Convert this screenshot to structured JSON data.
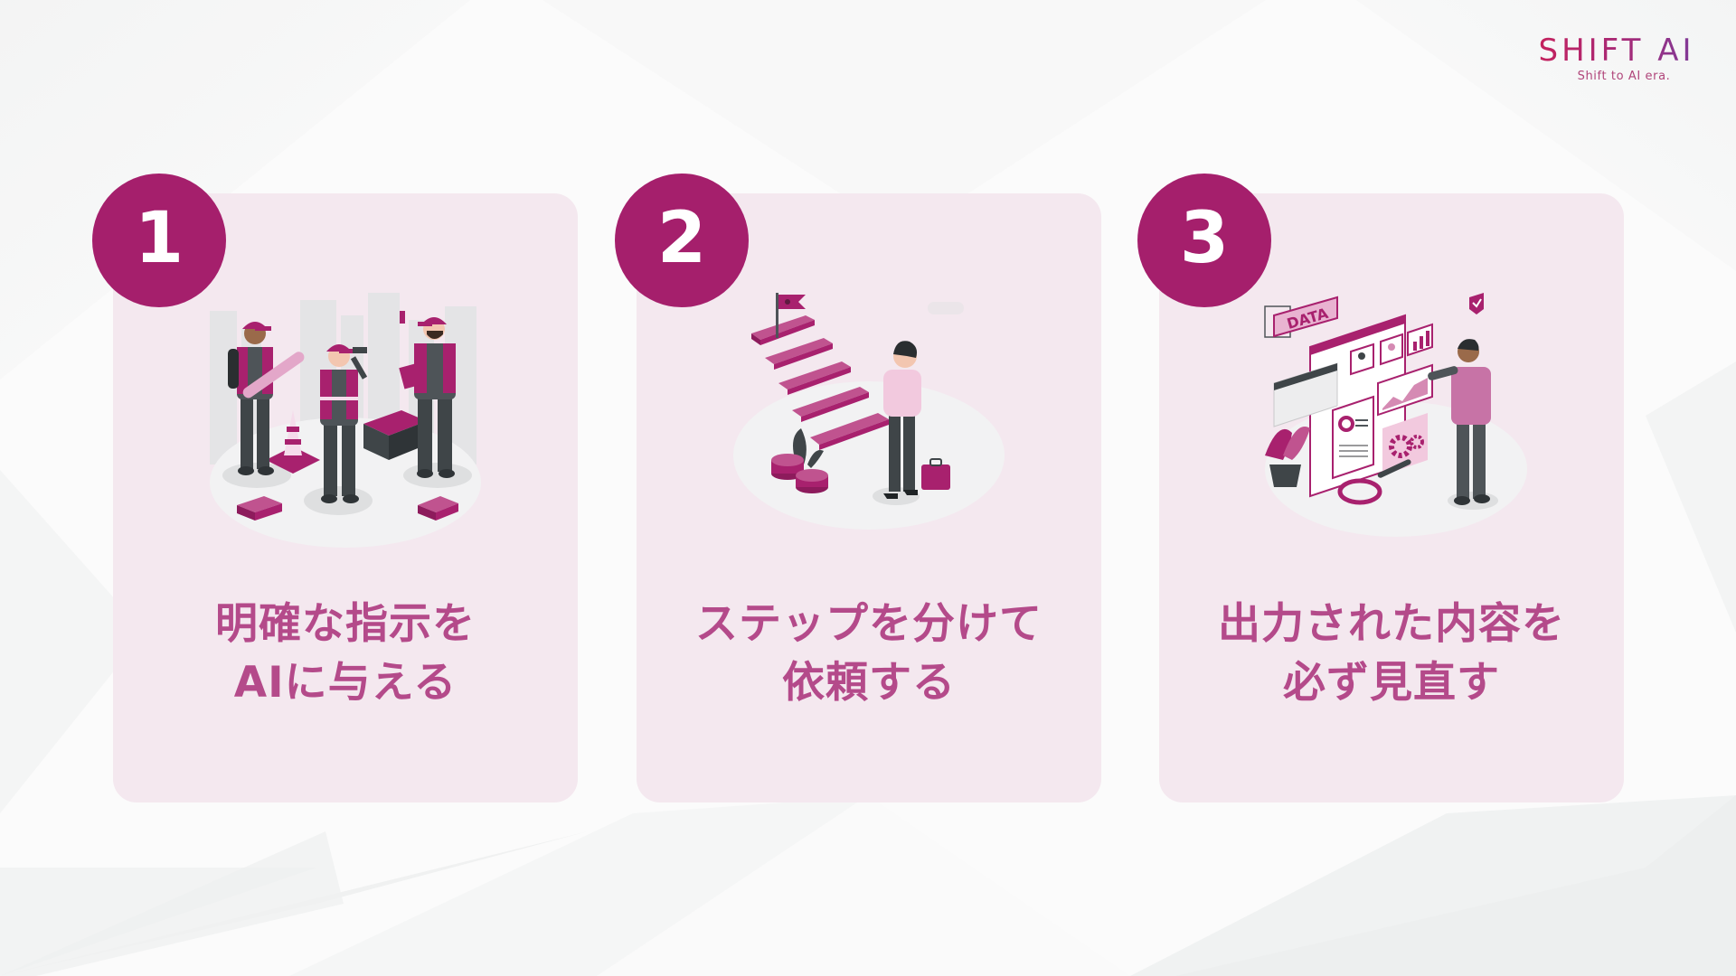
{
  "logo": {
    "name": "SHIFT AI",
    "tagline": "Shift to AI era.",
    "gradient": [
      "#c8205a",
      "#7a3d9c"
    ]
  },
  "colors": {
    "badge": "#a51f6c",
    "card_bg": "#f4e8ef",
    "title_text": "#b44a8a",
    "accent_magenta": "#a8216e",
    "accent_pink": "#d58ab3",
    "dark_gray": "#3f4548",
    "background": "#fbfbfb"
  },
  "steps": [
    {
      "number": "1",
      "title_lines": [
        "明確な指示を",
        "AIに与える"
      ],
      "illustration": "construction-team-illustration"
    },
    {
      "number": "2",
      "title_lines": [
        "ステップを分けて",
        "依頼する"
      ],
      "illustration": "stairs-to-goal-illustration",
      "illustration_text": ""
    },
    {
      "number": "3",
      "title_lines": [
        "出力された内容を",
        "必ず見直す"
      ],
      "illustration": "data-review-dashboard-illustration",
      "illustration_text": "DATA"
    }
  ]
}
